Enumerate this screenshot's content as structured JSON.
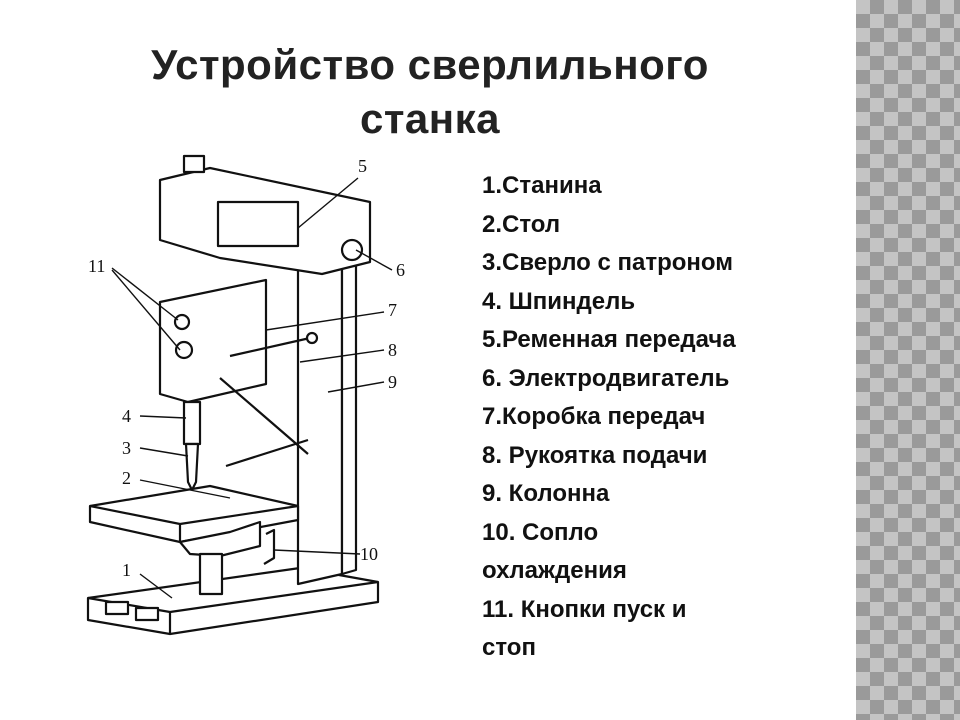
{
  "slide": {
    "title": "Устройство сверлильного\nстанка",
    "legend": [
      "1.Станина",
      "2.Стол",
      "3.Сверло с патроном",
      "4. Шпиндель",
      "5.Ременная передача",
      "6. Электродвигатель",
      "7.Коробка передач",
      "8. Рукоятка подачи",
      "9. Колонна",
      "10. Сопло\nохлаждения",
      "11. Кнопки пуск и\nстоп"
    ],
    "callouts": [
      "1",
      "2",
      "3",
      "4",
      "5",
      "6",
      "7",
      "8",
      "9",
      "10",
      "11"
    ]
  },
  "colors": {
    "ink": "#111111",
    "background": "#ffffff",
    "pattern_dark": "#9a9a9a",
    "pattern_light": "#c4c4c4"
  }
}
